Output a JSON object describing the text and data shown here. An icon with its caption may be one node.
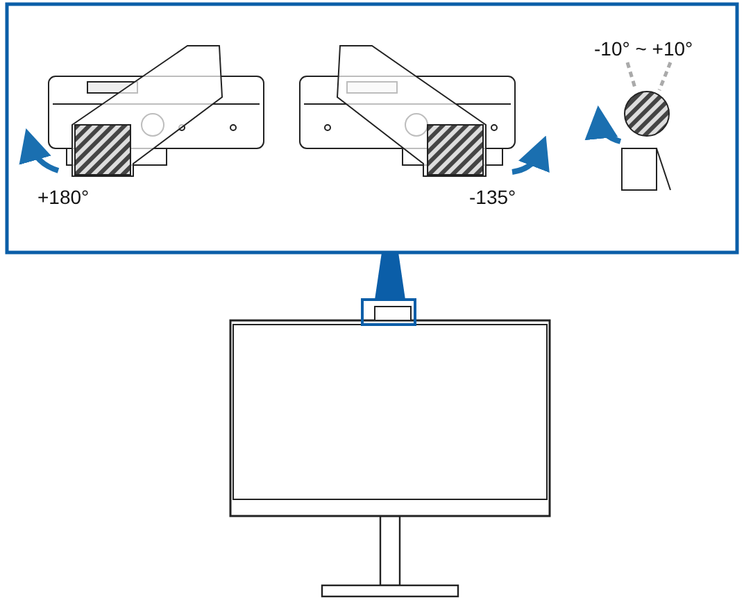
{
  "diagram": {
    "labels": [
      "-10° ~ +10°",
      "+180°",
      "-135°"
    ]
  }
}
